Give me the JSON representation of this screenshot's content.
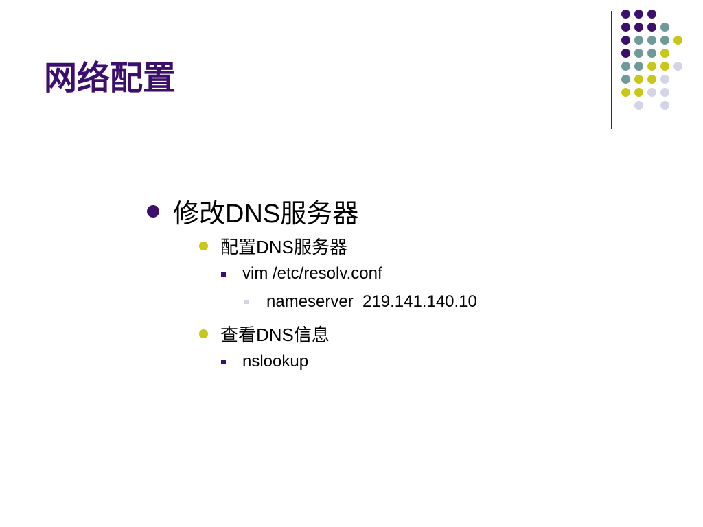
{
  "slide": {
    "title": "网络配置",
    "title_color": "#3b0f6b",
    "bullets": {
      "item1": "修改DNS服务器",
      "item1_1": "配置DNS服务器",
      "item1_1_1": "vim /etc/resolv.conf",
      "item1_1_1_1": "nameserver  219.141.140.10",
      "item1_2": "查看DNS信息",
      "item1_2_1": "nslookup"
    },
    "colors": {
      "purple": "#3b0f6b",
      "teal": "#6e9a9a",
      "olive": "#c8c81a",
      "lavender": "#d4d4e8"
    }
  }
}
